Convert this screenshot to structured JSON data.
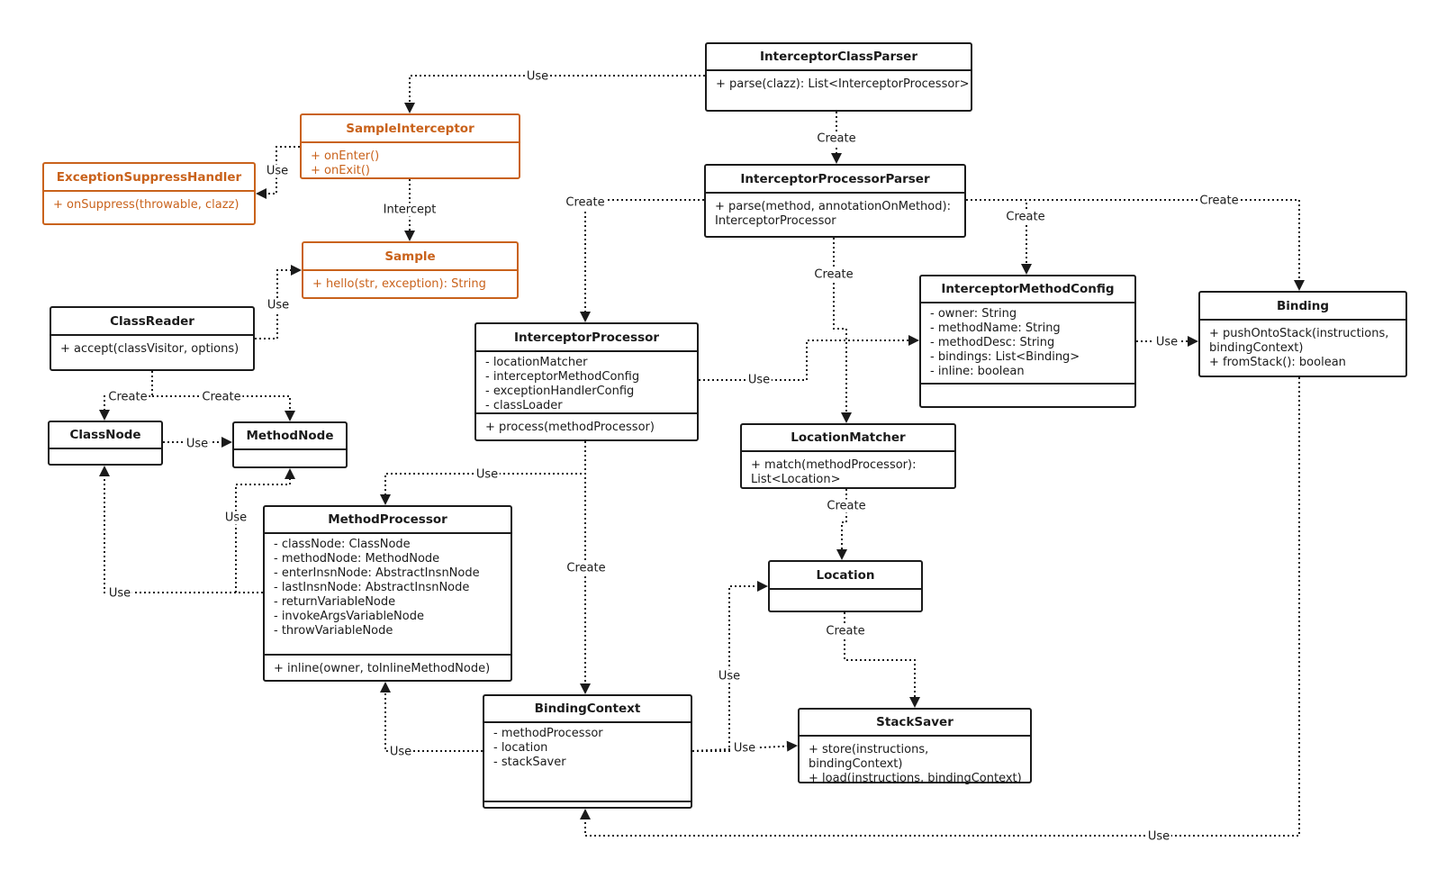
{
  "colors": {
    "line": "#1a1a1a",
    "accent": "#c9621b"
  },
  "classes": {
    "interceptorClassParser": {
      "name": "InterceptorClassParser",
      "methods": [
        "+ parse(clazz): List<InterceptorProcessor>"
      ]
    },
    "sampleInterceptor": {
      "name": "SampleInterceptor",
      "methods": [
        "+ onEnter()",
        "+ onExit()"
      ]
    },
    "exceptionSuppressHandler": {
      "name": "ExceptionSuppressHandler",
      "methods": [
        "+ onSuppress(throwable, clazz)"
      ]
    },
    "sample": {
      "name": "Sample",
      "methods": [
        "+ hello(str, exception): String"
      ]
    },
    "classReader": {
      "name": "ClassReader",
      "methods": [
        "+ accept(classVisitor, options)"
      ]
    },
    "classNode": {
      "name": "ClassNode"
    },
    "methodNode": {
      "name": "MethodNode"
    },
    "interceptorProcessorParser": {
      "name": "InterceptorProcessorParser",
      "methods": [
        "+ parse(method, annotationOnMethod):",
        "InterceptorProcessor"
      ]
    },
    "interceptorProcessor": {
      "name": "InterceptorProcessor",
      "fields": [
        "- locationMatcher",
        "- interceptorMethodConfig",
        "- exceptionHandlerConfig",
        "- classLoader"
      ],
      "methods": [
        "+ process(methodProcessor)"
      ]
    },
    "interceptorMethodConfig": {
      "name": "InterceptorMethodConfig",
      "fields": [
        "- owner: String",
        "- methodName: String",
        "- methodDesc: String",
        "- bindings: List<Binding>",
        "- inline: boolean"
      ]
    },
    "binding": {
      "name": "Binding",
      "methods": [
        "+ pushOntoStack(instructions,",
        "bindingContext)",
        "+ fromStack(): boolean"
      ]
    },
    "locationMatcher": {
      "name": "LocationMatcher",
      "methods": [
        "+ match(methodProcessor):",
        "List<Location>"
      ]
    },
    "methodProcessor": {
      "name": "MethodProcessor",
      "fields": [
        "- classNode: ClassNode",
        "- methodNode: MethodNode",
        "- enterInsnNode: AbstractInsnNode",
        "- lastInsnNode: AbstractInsnNode",
        "- returnVariableNode",
        "- invokeArgsVariableNode",
        "- throwVariableNode"
      ],
      "methods": [
        "+ inline(owner, toInlineMethodNode)"
      ]
    },
    "location": {
      "name": "Location"
    },
    "bindingContext": {
      "name": "BindingContext",
      "fields": [
        "- methodProcessor",
        "- location",
        "- stackSaver"
      ]
    },
    "stackSaver": {
      "name": "StackSaver",
      "methods": [
        "+ store(instructions,",
        "bindingContext)",
        "+ load(instructions, bindingContext)"
      ]
    }
  },
  "relations": [
    {
      "id": "r-parser-sample",
      "label": "Use"
    },
    {
      "id": "r-sample-exception",
      "label": "Use"
    },
    {
      "id": "r-sample-intercept",
      "label": "Intercept"
    },
    {
      "id": "r-classreader-sample",
      "label": "Use"
    },
    {
      "id": "r-classparser-procparser",
      "label": "Create"
    },
    {
      "id": "r-procparser-processor",
      "label": "Create"
    },
    {
      "id": "r-procparser-methodconfig",
      "label": "Create"
    },
    {
      "id": "r-procparser-binding",
      "label": "Create"
    },
    {
      "id": "r-procparser-matcher",
      "label": "Create"
    },
    {
      "id": "r-classreader-classnode",
      "label": "Create"
    },
    {
      "id": "r-classreader-methodnode",
      "label": "Create"
    },
    {
      "id": "r-classnode-methodnode",
      "label": "Use"
    },
    {
      "id": "r-processor-methodconfig",
      "label": "Use"
    },
    {
      "id": "r-methodconfig-binding",
      "label": "Use"
    },
    {
      "id": "r-processor-methodprocessor",
      "label": "Use"
    },
    {
      "id": "r-methodprocessor-methodnode",
      "label": "Use"
    },
    {
      "id": "r-methodprocessor-classnode",
      "label": "Use"
    },
    {
      "id": "r-processor-bindingcontext",
      "label": "Create"
    },
    {
      "id": "r-matcher-location",
      "label": "Create"
    },
    {
      "id": "r-location-stacksaver",
      "label": "Create"
    },
    {
      "id": "r-bindingcontext-location",
      "label": "Use"
    },
    {
      "id": "r-bindingcontext-stacksaver",
      "label": "Use"
    },
    {
      "id": "r-bindingcontext-methodprocessor",
      "label": "Use"
    },
    {
      "id": "r-binding-bindingcontext",
      "label": "Use"
    }
  ]
}
